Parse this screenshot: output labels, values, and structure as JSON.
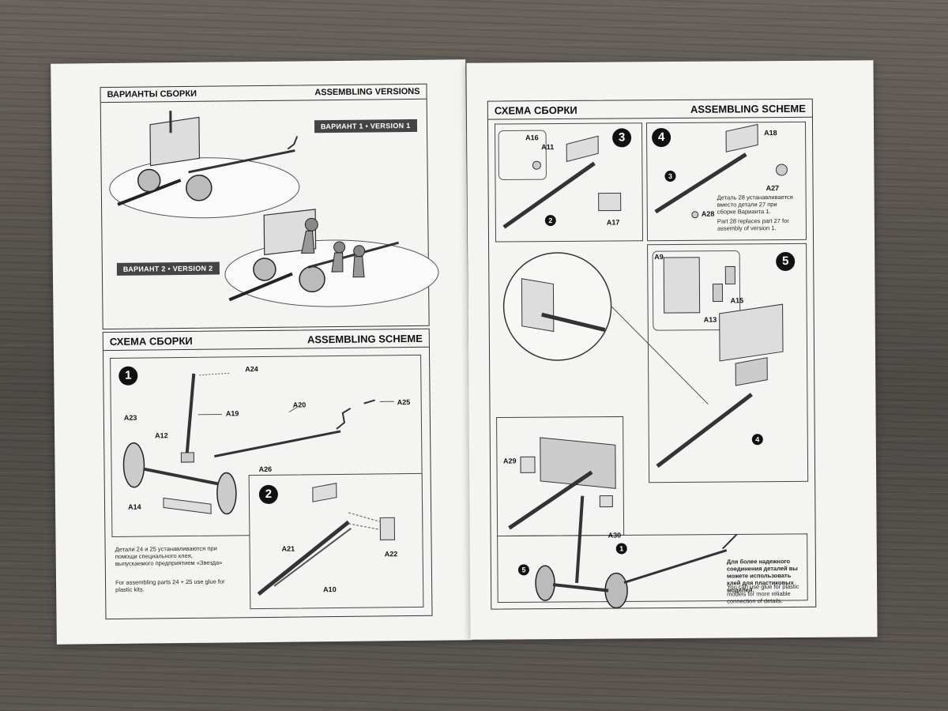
{
  "left_sheet": {
    "versions": {
      "title_ru": "ВАРИАНТЫ СБОРКИ",
      "title_en": "ASSEMBLING VERSIONS",
      "version1": "ВАРИАНТ 1 • VERSION 1",
      "version2": "ВАРИАНТ 2 • VERSION 2"
    },
    "scheme": {
      "title_ru": "СХЕМА СБОРКИ",
      "title_en": "ASSEMBLING SCHEME",
      "step1": {
        "number": "1",
        "labels": {
          "a24": "A24",
          "a19": "A19",
          "a20": "A20",
          "a25": "A25",
          "a23": "A23",
          "a12": "A12",
          "a26": "A26",
          "a14": "A14"
        }
      },
      "step2": {
        "number": "2",
        "labels": {
          "a21": "A21",
          "a22": "A22",
          "a10": "A10"
        }
      },
      "note_ru": "Детали 24 и 25 устанавливаются при помощи специального клея, выпускаемого предприятием «Звезда»",
      "note_en": "For assembling parts 24 + 25 use glue for plastic kits."
    }
  },
  "right_sheet": {
    "title_ru": "СХЕМА СБОРКИ",
    "title_en": "ASSEMBLING SCHEME",
    "step3": {
      "number": "3",
      "labels": {
        "a16": "A16",
        "a11": "A11",
        "a17": "A17",
        "ref2": "2"
      }
    },
    "step4": {
      "number": "4",
      "labels": {
        "a18": "A18",
        "a27": "A27",
        "a28": "A28",
        "ref3": "3"
      },
      "note_ru": "Деталь 28 устанавливается вместо детали 27 при сборке Варианта 1.",
      "note_en": "Part 28 replaces part 27 for assembly of version 1."
    },
    "step5": {
      "number": "5",
      "labels": {
        "a9": "A9",
        "a15": "A15",
        "a13": "A13",
        "ref4": "4"
      }
    },
    "final": {
      "labels": {
        "a29": "A29",
        "a30": "A30",
        "ref5": "5",
        "ref1": "1"
      },
      "note_ru": "Для более надежного соединения деталей вы можете использовать клей для пластиковых моделей.",
      "note_en": "You can use glue for plastic models for more reliable connection of details."
    }
  },
  "colors": {
    "paper": "#f4f4f2",
    "ink": "#111111",
    "badge": "#444444",
    "table": "#5e5a55"
  }
}
